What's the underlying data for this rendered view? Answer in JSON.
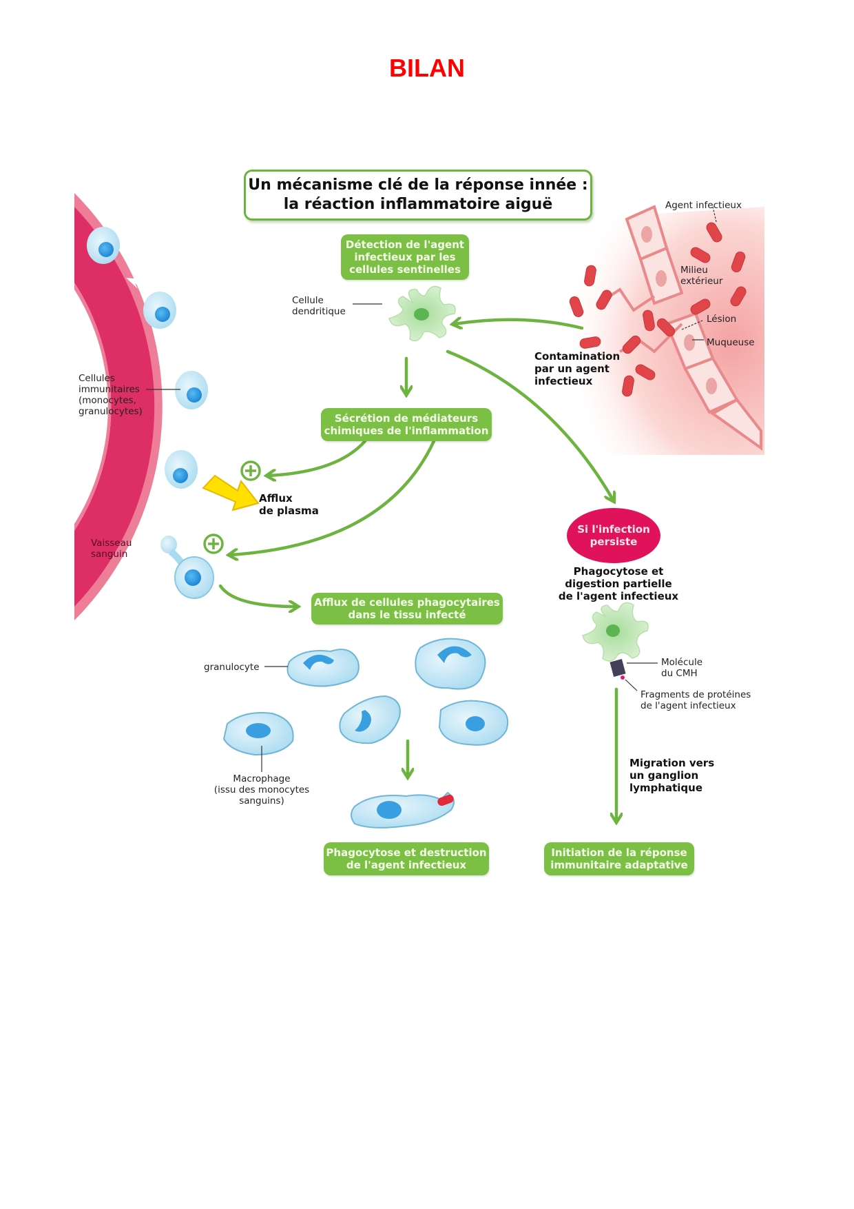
{
  "page": {
    "title": "BILAN"
  },
  "diagram": {
    "title_line1": "Un mécanisme clé de la réponse innée :",
    "title_line2": "la réaction inflammatoire aiguë",
    "steps": {
      "detection": [
        "Détection de l'agent",
        "infectieux par les",
        "cellules sentinelles"
      ],
      "secretion": [
        "Sécrétion de médiateurs",
        "chimiques de l'inflammation"
      ],
      "afflux_cellules": [
        "Afflux de cellules phagocytaires",
        "dans le tissu infecté"
      ],
      "phagocytose_destruction": [
        "Phagocytose et destruction",
        "de l'agent infectieux"
      ],
      "initiation": [
        "Initiation de la réponse",
        "immunitaire adaptative"
      ]
    },
    "condition": [
      "Si l'infection",
      "persiste"
    ],
    "bold_labels": {
      "contamination": [
        "Contamination",
        "par un agent",
        "infectieux"
      ],
      "afflux_plasma": [
        "Afflux",
        "de plasma"
      ],
      "phagocytose_digestion": [
        "Phagocytose et",
        "digestion partielle",
        "de l'agent infectieux"
      ],
      "migration": [
        "Migration vers",
        "un ganglion",
        "lymphatique"
      ]
    },
    "labels": {
      "cellule_dendritique": [
        "Cellule",
        "dendritique"
      ],
      "agent_infectieux": "Agent infectieux",
      "milieu_exterieur": [
        "Milieu",
        "extérieur"
      ],
      "lesion": "Lésion",
      "muqueuse": "Muqueuse",
      "cellules_immunitaires": [
        "Cellules",
        "immunitaires",
        "(monocytes,",
        "granulocytes)"
      ],
      "vaisseau": [
        "Vaisseau",
        "sanguin"
      ],
      "granulocyte": "granulocyte",
      "macrophage": [
        "Macrophage",
        "(issu des monocytes",
        "sanguins)"
      ],
      "molecule_cmh": [
        "Molécule",
        "du CMH"
      ],
      "fragments": [
        "Fragments de protéines",
        "de l'agent infectieux"
      ]
    },
    "icons": {
      "plus": "plus-circle-icon",
      "arrow": "arrow-icon"
    },
    "colors": {
      "title_red": "#ff0000",
      "green": "#7cbf45",
      "vessel": "#dd2f66",
      "condition_pink": "#e0125a",
      "plasma_arrow": "#ffe000",
      "bacteria": "#e0454a"
    }
  }
}
